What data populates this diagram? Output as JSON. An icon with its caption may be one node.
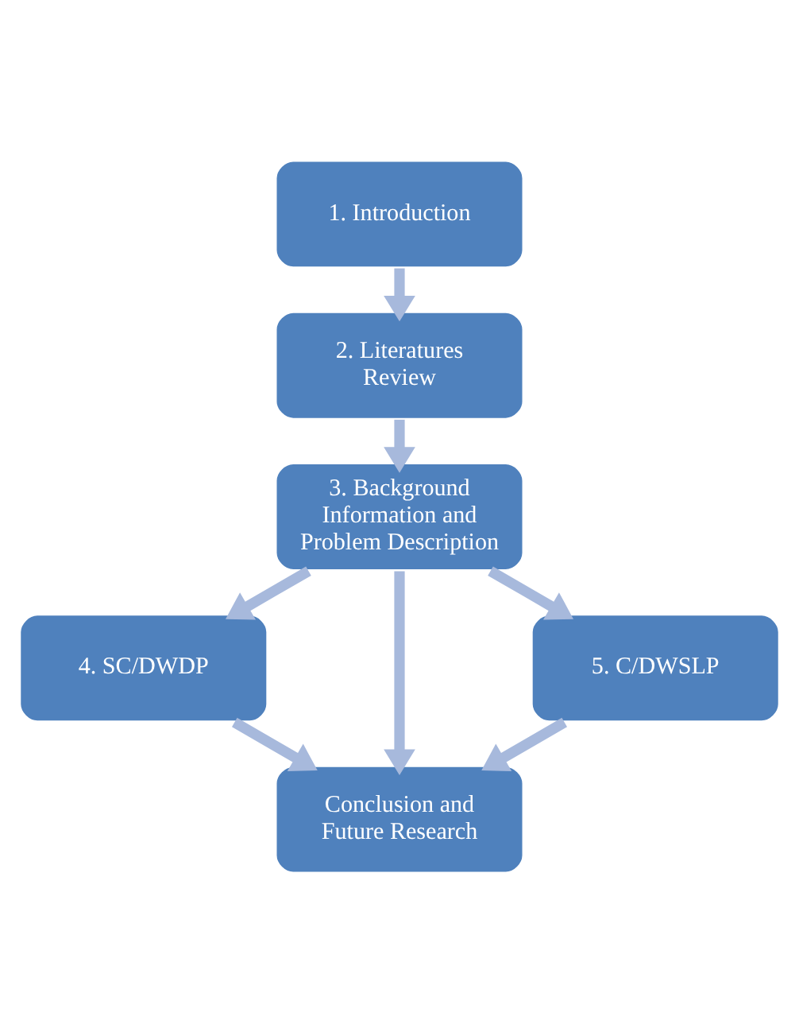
{
  "diagram": {
    "nodes": [
      {
        "text": [
          "1. Introduction"
        ]
      },
      {
        "text": [
          "2. Literatures Review"
        ]
      },
      {
        "text": [
          "3. Background Information and Problem Description"
        ]
      },
      {
        "text": [
          "4. SC/DWDP"
        ]
      },
      {
        "text": [
          "5. C/DWSLP"
        ]
      },
      {
        "text": [
          "Conclusion and Future Research"
        ]
      }
    ],
    "edges": [
      {
        "from": 0,
        "to": 1,
        "arrow": "to"
      },
      {
        "from": 1,
        "to": 2,
        "arrow": "to"
      },
      {
        "from": 2,
        "to": 3,
        "arrow": "to"
      },
      {
        "from": 2,
        "to": 5,
        "arrow": "to"
      },
      {
        "from": 2,
        "to": 4,
        "arrow": "to"
      },
      {
        "from": 3,
        "to": 5,
        "arrow": "to"
      },
      {
        "from": 4,
        "to": 5,
        "arrow": "to"
      }
    ]
  }
}
